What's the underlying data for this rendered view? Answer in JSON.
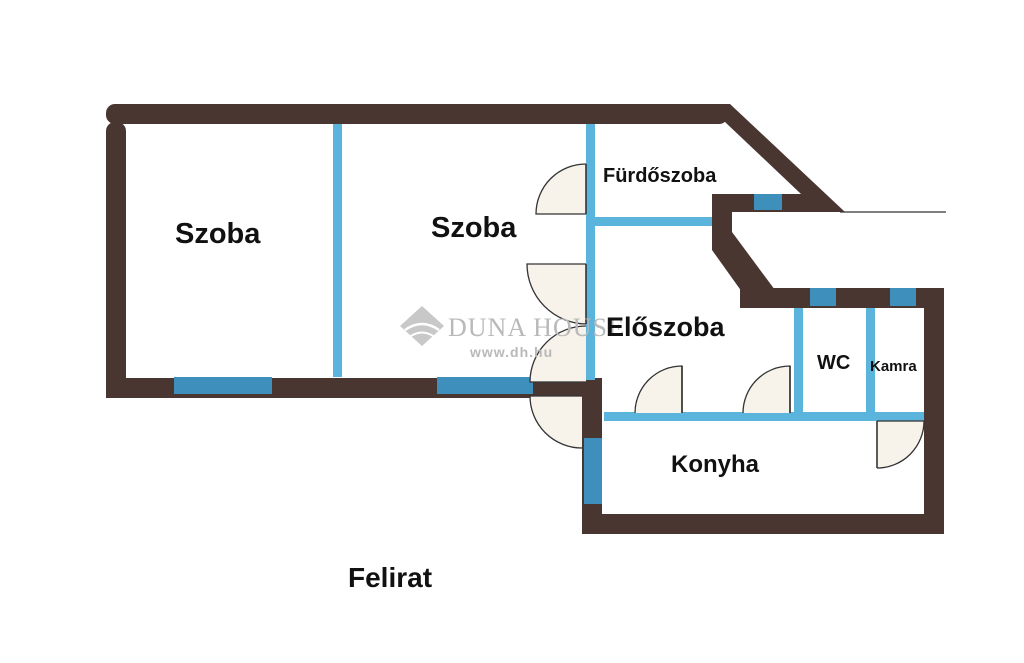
{
  "rooms": {
    "room_left": "Szoba",
    "room_middle": "Szoba",
    "bathroom": "Fürdőszoba",
    "hallway": "Előszoba",
    "wc": "WC",
    "pantry": "Kamra",
    "kitchen": "Konyha"
  },
  "caption": "Felirat",
  "watermark": {
    "name": "DUNA HOUSE",
    "url": "www.dh.hu"
  },
  "colors": {
    "wall": "#4a3630",
    "partition": "#5ab4dc",
    "window": "#3f8fbd",
    "door_fill": "#f7f3ea",
    "watermark": "#b9b9b9"
  }
}
